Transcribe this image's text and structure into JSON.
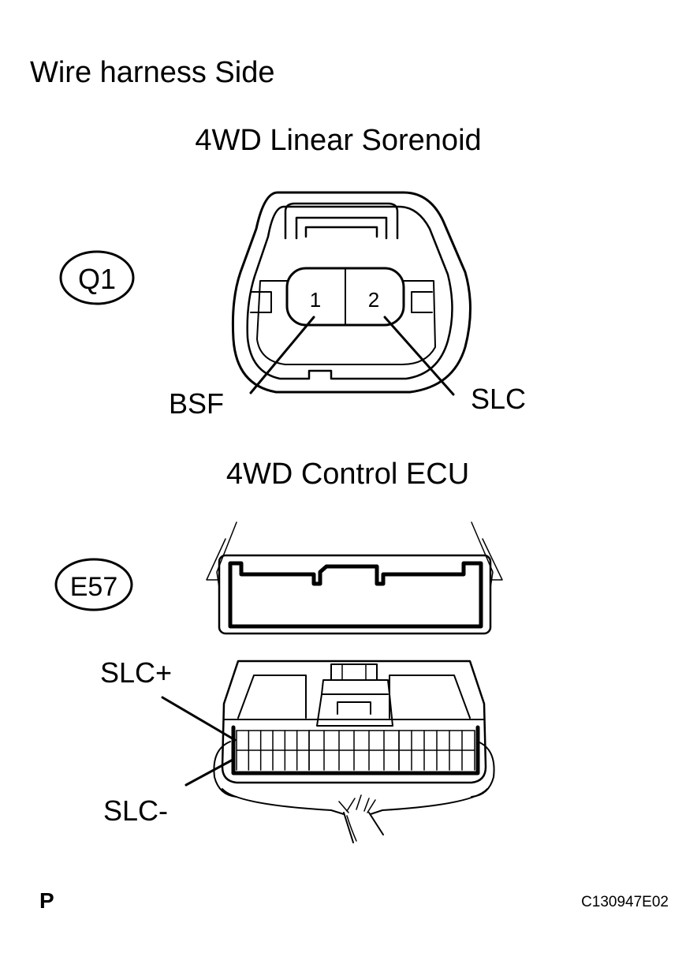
{
  "heading": "Wire harness Side",
  "connector_q1": {
    "name": "4WD Linear Sorenoid",
    "code": "Q1",
    "pin_1": "1",
    "pin_2": "2",
    "label_pin_1": "BSF",
    "label_pin_2": "SLC"
  },
  "connector_e57": {
    "name": "4WD Control ECU",
    "code": "E57",
    "label_upper": "SLC+",
    "label_lower": "SLC-"
  },
  "footer": {
    "left_mark": "P",
    "figure_id": "C130947E02"
  }
}
